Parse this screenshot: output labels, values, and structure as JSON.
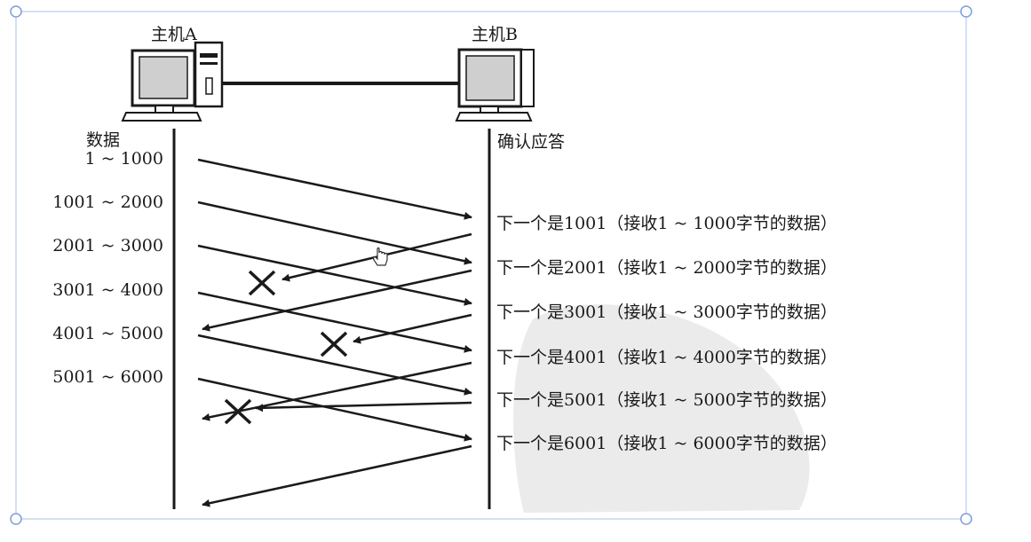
{
  "host_a": {
    "label": "主机A"
  },
  "host_b": {
    "label": "主机B"
  },
  "left_column": {
    "header": "数据",
    "segments": [
      "1 ~ 1000",
      "1001 ~ 2000",
      "2001 ~ 3000",
      "3001 ~ 4000",
      "4001 ~ 5000",
      "5001 ~ 6000"
    ]
  },
  "right_column": {
    "header": "确认应答",
    "acks": [
      "下一个是1001（接收1 ~ 1000字节的数据）",
      "下一个是2001（接收1 ~ 2000字节的数据）",
      "下一个是3001（接收1 ~ 3000字节的数据）",
      "下一个是4001（接收1 ~ 4000字节的数据）",
      "下一个是5001（接收1 ~ 5000字节的数据）",
      "下一个是6001（接收1 ~ 6000字节的数据）"
    ]
  },
  "lost_ack_marker": "✕",
  "colors": {
    "ink": "#1a1a1a",
    "frame": "#9db7e8",
    "screen": "#cfcfcf",
    "watermark": "#e6e6e6"
  }
}
